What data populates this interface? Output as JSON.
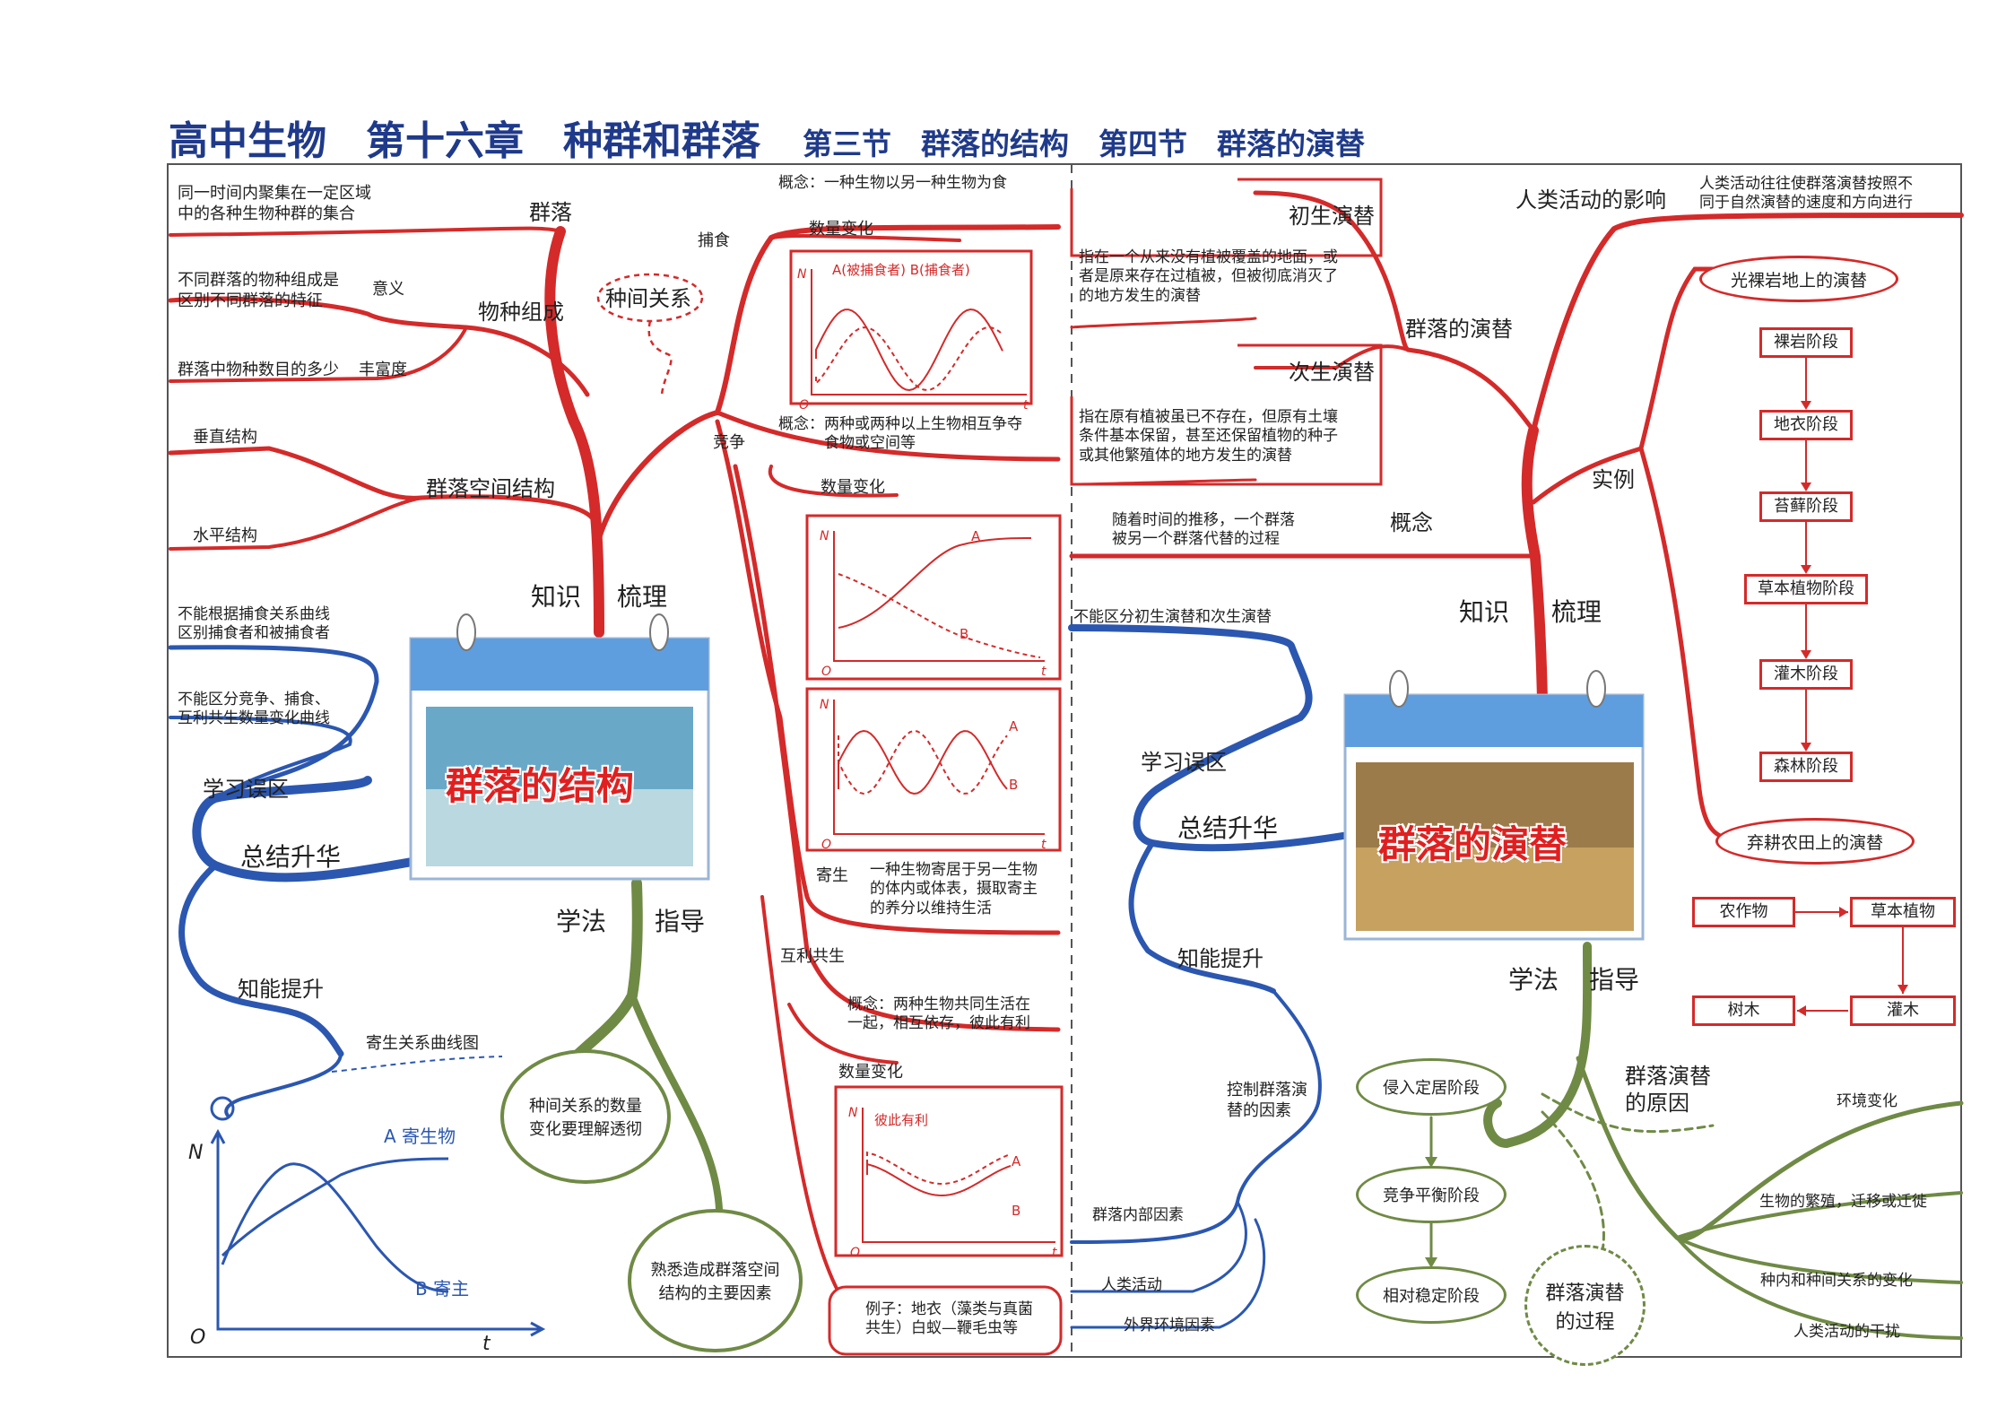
{
  "title": {
    "main": "高中生物　第十六章　种群和群落",
    "sub": "第三节　群落的结构　第四节　群落的演替"
  },
  "left": {
    "center_label": "群落的结构",
    "zhishi_shuli": [
      "知识",
      "梳理"
    ],
    "xuefa_zhidao": [
      "学法",
      "指导"
    ],
    "qunluo": {
      "label": "群落",
      "def": "同一时间内聚集在一定区域\n中的各种生物种群的集合"
    },
    "wuzhong": {
      "label": "物种组成",
      "yiyi_label": "意义",
      "yiyi_text": "不同群落的物种组成是\n区别不同群落的特征",
      "fengfudu_label": "丰富度",
      "fengfudu_text": "群落中物种数目的多少"
    },
    "kongjian": {
      "label": "群落空间结构",
      "vertical": "垂直结构",
      "horizontal": "水平结构"
    },
    "zhongjian": {
      "label": "种间关系"
    },
    "buzhi": {
      "label": "捕食",
      "concept": "概念：一种生物以另一种生物为食",
      "shuliang": "数量变化",
      "graph_legend": "A(被捕食者) B(捕食者)"
    },
    "jingzheng": {
      "label": "竞争",
      "concept": "概念：两种或两种以上生物相互争夺\n　　　食物或空间等",
      "shuliang": "数量变化"
    },
    "jisheng": {
      "label": "寄生",
      "text": "一种生物寄居于另一生物\n的体内或体表，摄取寄主\n的养分以维持生活"
    },
    "huli": {
      "label": "互利共生",
      "concept": "概念：两种生物共同生活在\n一起，相互依存，彼此有利",
      "shuliang": "数量变化",
      "graph_label": "彼此有利",
      "example": "例子：地衣（藻类与真菌\n共生）白蚁—鞭毛虫等"
    },
    "zongjie": {
      "label": "总结升华",
      "wuqu_label": "学习误区",
      "wuqu_1": "不能根据捕食关系曲线\n区别捕食者和被捕食者",
      "wuqu_2": "不能区分竞争、捕食、\n互利共生数量变化曲线",
      "tisheng_label": "知能提升",
      "tisheng_item": "寄生关系曲线图",
      "graph": {
        "ylabel": "N",
        "xlabel": "t",
        "origin": "O",
        "a_label": "A 寄生物",
        "b_label": "B 寄主"
      }
    },
    "balls": [
      "种间关系的数量\n变化要理解透彻",
      "熟悉造成群落空间\n结构的主要因素"
    ]
  },
  "right": {
    "center_label": "群落的演替",
    "zhishi_shuli": [
      "知识",
      "梳理"
    ],
    "xuefa_zhidao": [
      "学法",
      "指导"
    ],
    "yanti": {
      "label": "群落的演替",
      "chusheng": "初生演替",
      "chusheng_def": "指在一个从来没有植被覆盖的地面，或\n者是原来存在过植被，但被彻底消灭了\n的地方发生的演替",
      "cisheng": "次生演替",
      "cisheng_def": "指在原有植被虽已不存在，但原有土壤\n条件基本保留，甚至还保留植物的种子\n或其他繁殖体的地方发生的演替"
    },
    "gainian": {
      "label": "概念",
      "text": "随着时间的推移，一个群落\n被另一个群落代替的过程"
    },
    "renlei": {
      "label": "人类活动的影响",
      "text": "人类活动往往使群落演替按照不\n同于自然演替的速度和方向进行"
    },
    "shili": {
      "label": "实例",
      "guangluo": "光裸岩地上的演替",
      "stages": [
        "裸岩阶段",
        "地衣阶段",
        "苔藓阶段",
        "草本植物阶段",
        "灌木阶段",
        "森林阶段"
      ],
      "qigeng": "弃耕农田上的演替",
      "farm": [
        "农作物",
        "草本植物",
        "灌木",
        "树木"
      ]
    },
    "zongjie": {
      "label": "总结升华",
      "wuqu_label": "学习误区",
      "wuqu_1": "不能区分初生演替和次生演替",
      "tisheng_label": "知能提升",
      "kongzhi": "控制群落演\n替的因素",
      "factors": [
        "群落内部因素",
        "人类活动",
        "外界环境因素"
      ]
    },
    "yuanyin": {
      "label": "群落演替\n的原因",
      "items": [
        "环境变化",
        "生物的繁殖，迁移或迁徙",
        "种内和种间关系的变化",
        "人类活动的干扰"
      ]
    },
    "guocheng": {
      "label": "群落演替\n的过程",
      "stages": [
        "侵入定居阶段",
        "竞争平衡阶段",
        "相对稳定阶段"
      ]
    }
  },
  "colors": {
    "red": "#d42a2a",
    "blue": "#2b57b0",
    "green": "#6f8a45",
    "title": "#1f3a8a"
  },
  "graph_axis": {
    "n": "N",
    "t": "t",
    "o": "O",
    "a": "A",
    "b": "B"
  }
}
